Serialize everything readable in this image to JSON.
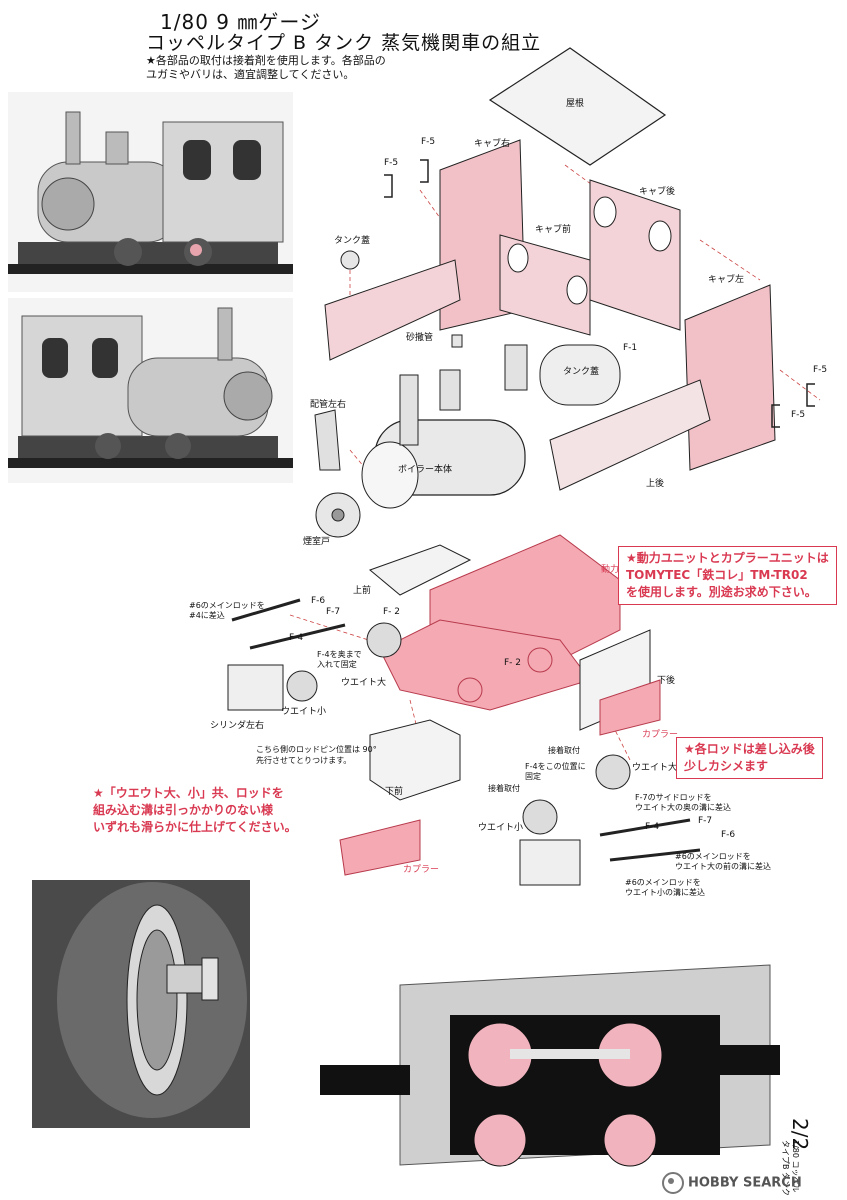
{
  "header": {
    "scale_gauge": "1/80 9 ㎜ゲージ",
    "title": "コッペルタイプ B タンク 蒸気機関車の組立",
    "note": "★各部品の取付は接着剤を使用します。各部品の\nユガミやバリは、適宜調整してください。"
  },
  "parts": {
    "roof": "屋根",
    "cab_right": "キャブ右",
    "cab_rear": "キャブ後",
    "cab_front": "キャブ前",
    "cab_left": "キャブ左",
    "f5_a": "F-5",
    "f5_b": "F-5",
    "f5_c": "F-5",
    "f5_d": "F-5",
    "tank_cap_left": "タンク蓋",
    "sand_pipe": "砂撒管",
    "tank_cap_right": "タンク蓋",
    "f1": "F-1",
    "piping": "配管左右",
    "boiler": "ボイラー本体",
    "upper_rear": "上後",
    "smokebox_door": "煙室戸",
    "power": "動力",
    "upper_front": "上前",
    "rod6_to_4": "#6のメインロッドを\n#4に差込",
    "f6_a": "F-6",
    "f7_a": "F-7",
    "f2_a": "F- 2",
    "f4_a": "F-4",
    "f4_fix": "F-4を奥まで\n入れて固定",
    "f2_b": "F- 2",
    "weight_large_a": "ウエイト大",
    "weight_small_a": "ウエイト小",
    "cylinder": "シリンダ左右",
    "lower_rear": "下後",
    "coupler_a": "カプラー",
    "rod_pin_note": "こちら側のロッドピン位置は 90°\n先行させてとりつけます。",
    "glue_mount_a": "接着取付",
    "weight_large_b": "ウエイト大",
    "f4_pos": "F-4をこの位置に\n固定",
    "lower_front": "下前",
    "glue_mount_b": "接着取付",
    "f7_side": "F-7のサイドロッドを\nウエイト大の奥の溝に差込",
    "weight_small_b": "ウエイト小",
    "f4_b": "F-4",
    "f7_b": "F-7",
    "f6_b": "F-6",
    "rod6_front": "#6のメインロッドを\nウエイト大の前の溝に差込",
    "rod6_small": "#6のメインロッドを\nウエイト小の溝に差込",
    "coupler_b": "カプラー"
  },
  "callouts": {
    "power_unit": "★動力ユニットとカプラーユニットは\nTOMYTEC「鉄コレ」TM-TR02\nを使用します。別途お求め下さい。",
    "rods": "★各ロッドは差し込み後\n少しカシメます",
    "weights": "★「ウエウト大、小」共、ロッドを\n組み込む溝は引っかかりのない様\nいずれも滑らかに仕上げてください。"
  },
  "footer": {
    "page": "2/2",
    "side_title": "1/80 コッペル\nタイプB タンク",
    "watermark": "HOBBY SEARCH"
  },
  "colors": {
    "accent_red": "#d93a52",
    "pink_fill": "#f4a9b3",
    "ink": "#111111"
  }
}
